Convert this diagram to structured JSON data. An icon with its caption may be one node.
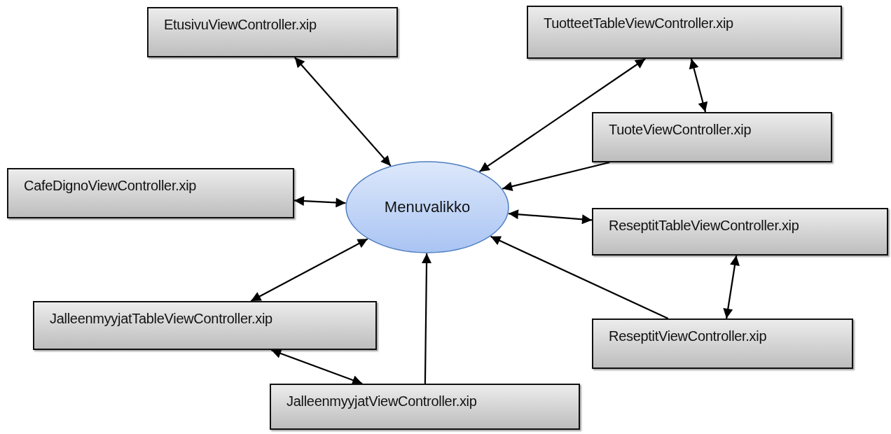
{
  "diagram": {
    "nodes": [
      {
        "text": [
          "EtusivuViewController.xip"
        ]
      },
      {
        "text": [
          "TuotteetTableViewController.xip"
        ]
      },
      {
        "text": [
          "TuoteViewController.xip"
        ]
      },
      {
        "text": [
          "CafeDignoViewController.xip"
        ]
      },
      {
        "text": [
          "Menuvalikko"
        ]
      },
      {
        "text": [
          "ReseptitTableViewController.xip"
        ]
      },
      {
        "text": [
          "JalleenmyyjatTableViewController.xip"
        ]
      },
      {
        "text": [
          "ReseptitViewController.xip"
        ]
      },
      {
        "text": [
          "JalleenmyyjatViewController.xip"
        ]
      }
    ],
    "edges": [
      {
        "from": 0,
        "to": 4,
        "arrow": "both"
      },
      {
        "from": 1,
        "to": 4,
        "arrow": "both"
      },
      {
        "from": 1,
        "to": 2,
        "arrow": "both"
      },
      {
        "from": 2,
        "to": 4,
        "arrow": "to"
      },
      {
        "from": 3,
        "to": 4,
        "arrow": "both"
      },
      {
        "from": 4,
        "to": 5,
        "arrow": "both"
      },
      {
        "from": 6,
        "to": 4,
        "arrow": "both"
      },
      {
        "from": 5,
        "to": 7,
        "arrow": "both"
      },
      {
        "from": 7,
        "to": 4,
        "arrow": "to"
      },
      {
        "from": 8,
        "to": 4,
        "arrow": "to"
      },
      {
        "from": 6,
        "to": 8,
        "arrow": "both"
      }
    ]
  }
}
